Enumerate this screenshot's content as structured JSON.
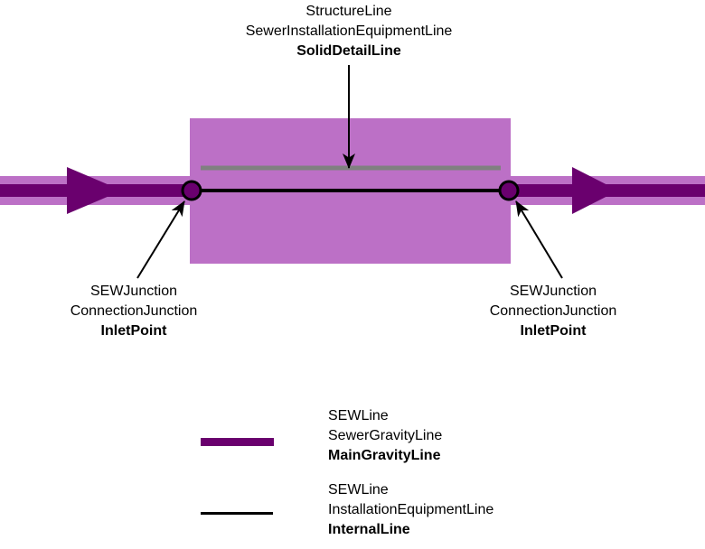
{
  "colors": {
    "band_orchid": "#BC70C6",
    "gravity_dark_purple": "#6A006E",
    "detail_gray": "#808080",
    "line_black": "#000000"
  },
  "annotations": {
    "structure": {
      "line1": "StructureLine",
      "line2": "SewerInstallationEquipmentLine",
      "line3": "SolidDetailLine"
    },
    "junction_left": {
      "line1": "SEWJunction",
      "line2": "ConnectionJunction",
      "line3": "InletPoint"
    },
    "junction_right": {
      "line1": "SEWJunction",
      "line2": "ConnectionJunction",
      "line3": "InletPoint"
    }
  },
  "legend": {
    "gravity": {
      "line1": "SEWLine",
      "line2": "SewerGravityLine",
      "line3": "MainGravityLine"
    },
    "internal": {
      "line1": "SEWLine",
      "line2": "InstallationEquipmentLine",
      "line3": "InternalLine"
    }
  }
}
